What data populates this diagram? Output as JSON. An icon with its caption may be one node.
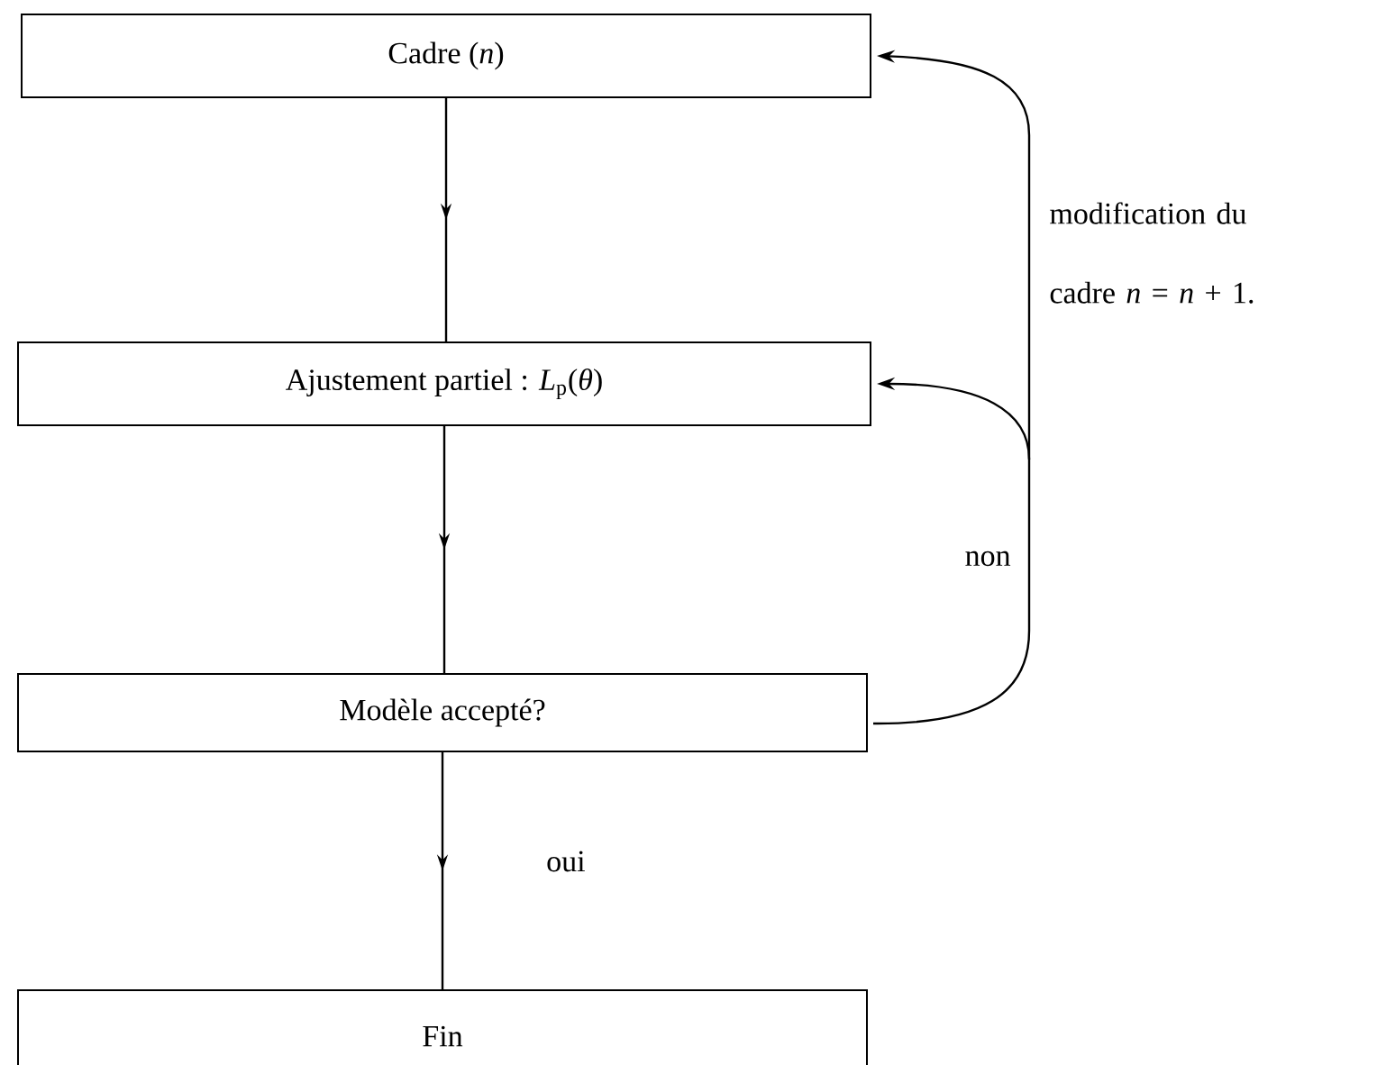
{
  "diagram": {
    "nodes": [
      {
        "text": [
          "Cadre (*n*)"
        ]
      },
      {
        "text": [
          "Ajustement partiel : *L*$_{p}$(*θ*)"
        ]
      },
      {
        "text": [
          "Modèle accepté?"
        ]
      },
      {
        "text": [
          "Fin"
        ]
      }
    ],
    "edges": [
      {
        "from": 0,
        "to": 1,
        "arrow": "to"
      },
      {
        "from": 1,
        "to": 2,
        "arrow": "to"
      },
      {
        "from": 2,
        "to": 3,
        "arrow": "to",
        "label": "oui"
      },
      {
        "from": 2,
        "to": 1,
        "arrow": "to",
        "label": "non"
      },
      {
        "from": 2,
        "to": 0,
        "arrow": "to",
        "label": "modification du cadre *n* = *n* + 1."
      }
    ]
  }
}
